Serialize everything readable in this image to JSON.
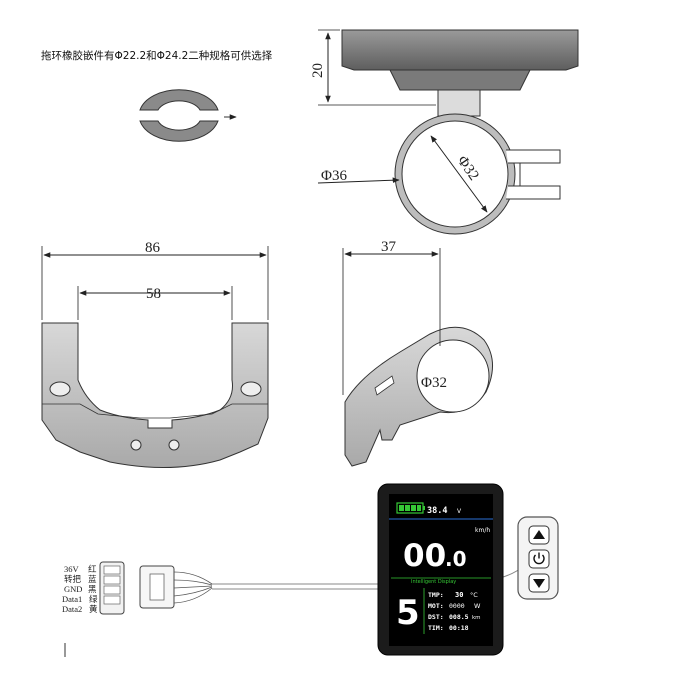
{
  "note_ring": "拖环橡胶嵌件有Φ22.2和Φ24.2二种规格可供选择",
  "dims": {
    "height_20": "20",
    "dia_36": "Φ36",
    "dia_32_inner": "Φ32",
    "width_86": "86",
    "width_58": "58",
    "width_37": "37",
    "dia_32_side": "Φ32"
  },
  "display": {
    "battery_voltage": "38.4",
    "battery_unit": "V",
    "speed_unit": "km/h",
    "speed_int": "00",
    "speed_dec": ".0",
    "brand_text": "Intelligent Display",
    "assist_level": "5",
    "tmp_label": "TMP:",
    "tmp_value": "30",
    "tmp_unit": "°C",
    "mot_label": "MOT:",
    "mot_value": "0000",
    "mot_unit": "W",
    "dst_label": "DST:",
    "dst_value": "008.5",
    "dst_unit": "km",
    "tim_label": "TIM:",
    "tim_value": "00:18"
  },
  "wiring": [
    {
      "signal": "36V",
      "color": "红"
    },
    {
      "signal": "转把",
      "color": "蓝"
    },
    {
      "signal": "GND",
      "color": "黑"
    },
    {
      "signal": "Data1",
      "color": "绿"
    },
    {
      "signal": "Data2",
      "color": "黄"
    }
  ],
  "icons": [
    "arrow-up-icon",
    "power-icon",
    "arrow-down-icon"
  ]
}
